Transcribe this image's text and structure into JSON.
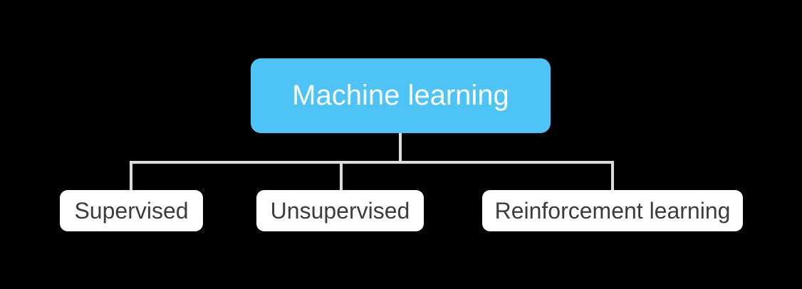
{
  "canvas": {
    "background_color": "#000000"
  },
  "diagram": {
    "type": "tree",
    "connector_color": "#dcdcdc",
    "root": {
      "label": "Machine learning",
      "bg_color": "#4ec3f5",
      "text_color": "#fdfdfd"
    },
    "children": [
      {
        "label": "Supervised"
      },
      {
        "label": "Unsupervised"
      },
      {
        "label": "Reinforcement learning"
      }
    ],
    "child_style": {
      "bg_color": "#ffffff",
      "text_color": "#3c3c3c"
    }
  }
}
